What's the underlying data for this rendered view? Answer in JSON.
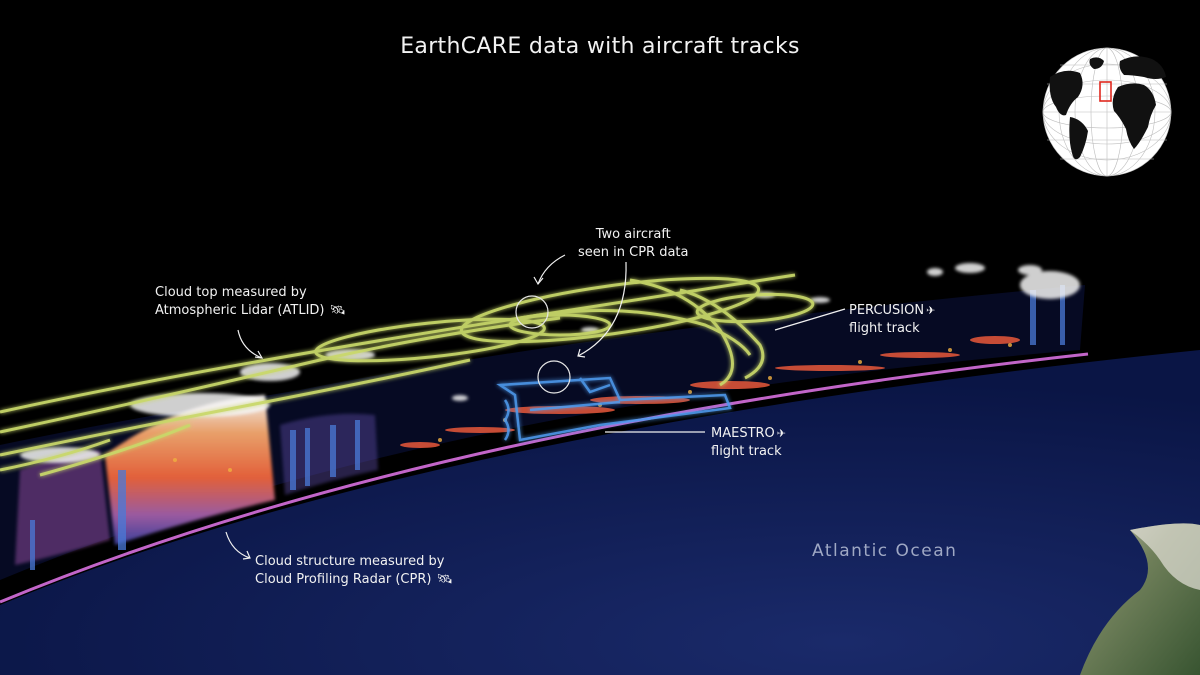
{
  "title": "EarthCARE data with aircraft tracks",
  "annotations": {
    "atlid": {
      "line1": "Cloud top measured by",
      "line2": "Atmospheric Lidar (ATLID)",
      "icon": "satellite-icon"
    },
    "two_aircraft": {
      "line1": "Two aircraft",
      "line2": "seen in CPR data"
    },
    "percusion": {
      "line1": "PERCUSION",
      "line2": "flight track",
      "icon": "airplane-icon"
    },
    "maestro": {
      "line1": "MAESTRO",
      "line2": "flight track",
      "icon": "airplane-icon"
    },
    "cpr": {
      "line1": "Cloud structure measured by",
      "line2": "Cloud Profiling Radar (CPR)",
      "icon": "satellite-icon"
    }
  },
  "map": {
    "ocean_label": "Atlantic Ocean"
  },
  "colors": {
    "background": "#000000",
    "ocean": "#0f1e55",
    "percusion_track": "#c9d86a",
    "maestro_track": "#4f9cf0",
    "surface_line": "#c265c9",
    "radar_warm": "#e8583a"
  },
  "globe": {
    "icon": "globe-locator-icon",
    "marker_color": "#e0281e"
  }
}
